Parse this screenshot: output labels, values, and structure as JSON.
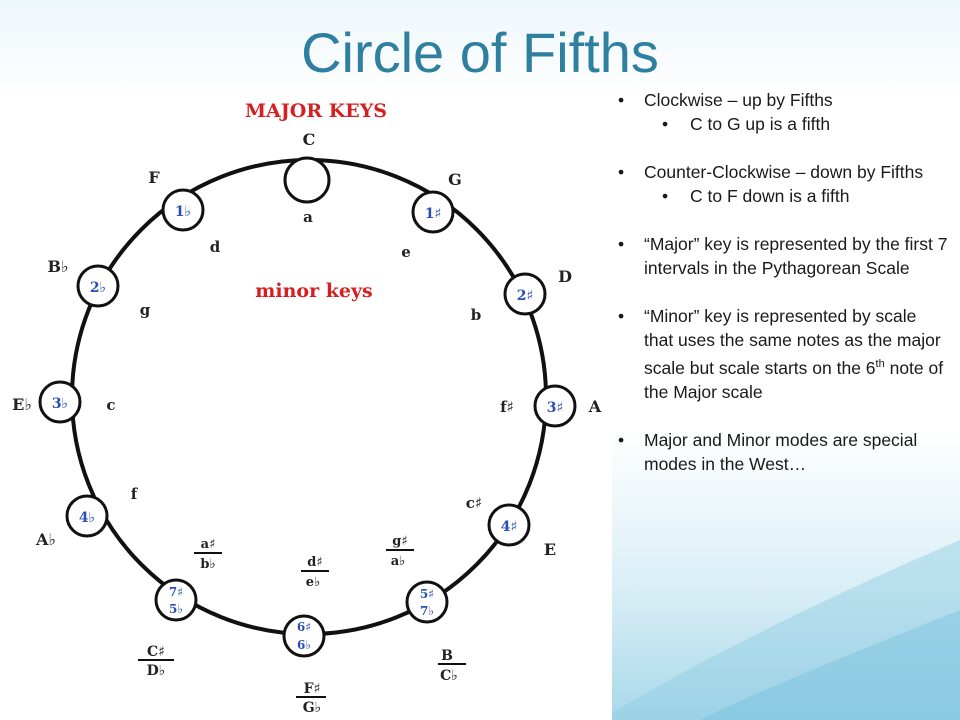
{
  "slide": {
    "title": "Circle of Fifths",
    "accent_color": "#2f7fa0"
  },
  "diagram": {
    "major_heading": "MAJOR KEYS",
    "minor_heading": "minor keys",
    "heading_color": "#d62020",
    "key_signature_color": "#2a4fb3",
    "major_keys": [
      {
        "name": "C",
        "signature": ""
      },
      {
        "name": "G",
        "signature": "1♯"
      },
      {
        "name": "D",
        "signature": "2♯"
      },
      {
        "name": "A",
        "signature": "3♯"
      },
      {
        "name": "E",
        "signature": "4♯"
      },
      {
        "name": "B / C♭",
        "signature": "5♯ / 7♭"
      },
      {
        "name": "F♯ / G♭",
        "signature": "6♯ / 6♭"
      },
      {
        "name": "C♯ / D♭",
        "signature": "7♯ / 5♭"
      },
      {
        "name": "A♭",
        "signature": "4♭"
      },
      {
        "name": "E♭",
        "signature": "3♭"
      },
      {
        "name": "B♭",
        "signature": "2♭"
      },
      {
        "name": "F",
        "signature": "1♭"
      }
    ],
    "minor_keys": [
      "a",
      "e",
      "b",
      "f♯",
      "c♯",
      "g♯ / a♭",
      "d♯ / e♭",
      "a♯ / b♭",
      "f",
      "c",
      "g",
      "d"
    ]
  },
  "bullets": [
    {
      "level": 1,
      "text": "Clockwise – up by Fifths"
    },
    {
      "level": 2,
      "text": "C to G up is a fifth"
    },
    {
      "level": 0,
      "text": ""
    },
    {
      "level": 1,
      "text": "Counter-Clockwise – down by Fifths"
    },
    {
      "level": 2,
      "text": "C to F down is a fifth"
    },
    {
      "level": 0,
      "text": ""
    },
    {
      "level": 1,
      "text": "“Major” key is represented by the first 7 intervals in the Pythagorean Scale"
    },
    {
      "level": 0,
      "text": ""
    },
    {
      "level": 1,
      "text": "“Minor” key is represented by scale that uses the same notes as the major scale but scale starts on the 6th note of the Major scale"
    },
    {
      "level": 0,
      "text": ""
    },
    {
      "level": 1,
      "text": "Major and Minor modes are special modes in the West…"
    }
  ]
}
